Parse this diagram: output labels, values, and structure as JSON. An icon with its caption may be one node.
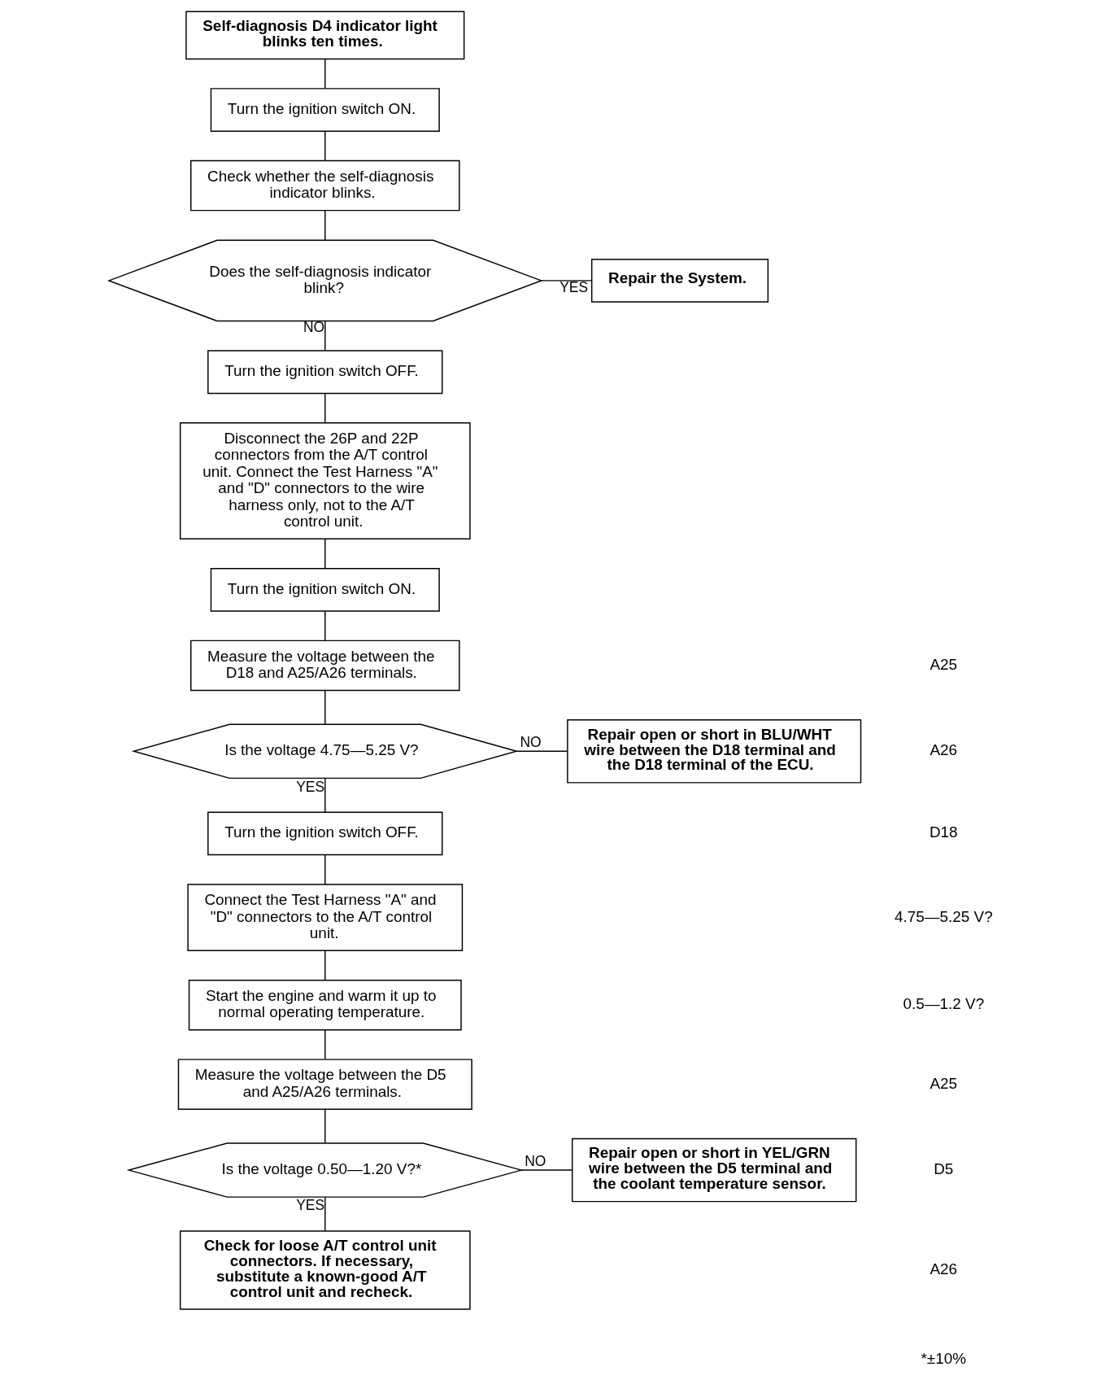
{
  "diagram": {
    "nodes": [
      {
        "text": [
          "Self-diagnosis D4 indicator light blinks ten times."
        ]
      },
      {
        "text": [
          "Turn the ignition switch ON."
        ]
      },
      {
        "text": [
          "Check whether the self-diagnosis indicator blinks."
        ]
      },
      {
        "text": [
          "Does the self-diagnosis indicator blink?"
        ]
      },
      {
        "text": [
          "Repair the System."
        ]
      },
      {
        "text": [
          "Turn the ignition switch OFF."
        ]
      },
      {
        "text": [
          "Disconnect the 26P and 22P connectors from the A/T control unit. Connect the Test Harness \"A\" and \"D\" connectors to the wire harness only, not to the A/T control unit."
        ]
      },
      {
        "text": [
          "Turn the ignition switch ON."
        ]
      },
      {
        "text": [
          "Measure the voltage between the D18 and A25/A26 terminals."
        ]
      },
      {
        "text": [
          "Is the voltage 4.75—5.25 V?"
        ]
      },
      {
        "text": [
          "Repair open or short in BLU/WHT wire between the D18 terminal and the D18 terminal of the ECU."
        ]
      },
      {
        "text": [
          "Turn the ignition switch OFF."
        ]
      },
      {
        "text": [
          "Connect the Test Harness \"A\" and \"D\" connectors to the A/T control unit."
        ]
      },
      {
        "text": [
          "Start the engine and warm it up to normal operating temperature."
        ]
      },
      {
        "text": [
          "Measure the voltage between the D5 and A25/A26 terminals."
        ]
      },
      {
        "text": [
          "Is the voltage 0.50—1.20 V?*"
        ]
      },
      {
        "text": [
          "Repair open or short in YEL/GRN wire between the D5 terminal and the coolant temperature sensor."
        ]
      },
      {
        "text": [
          "Check for loose A/T control unit connectors. If necessary, substitute a known-good A/T control unit and recheck."
        ]
      }
    ],
    "edges": [
      {
        "from": 0,
        "to": 1,
        "arrow": "none"
      },
      {
        "from": 1,
        "to": 2,
        "arrow": "none"
      },
      {
        "from": 2,
        "to": 3,
        "arrow": "none"
      },
      {
        "from": 3,
        "to": 4,
        "arrow": "none",
        "label": "YES"
      },
      {
        "from": 3,
        "to": 5,
        "arrow": "none",
        "label": "NO"
      },
      {
        "from": 5,
        "to": 6,
        "arrow": "none"
      },
      {
        "from": 6,
        "to": 7,
        "arrow": "none"
      },
      {
        "from": 7,
        "to": 8,
        "arrow": "none"
      },
      {
        "from": 8,
        "to": 9,
        "arrow": "none"
      },
      {
        "from": 9,
        "to": 10,
        "arrow": "none",
        "label": "NO"
      },
      {
        "from": 9,
        "to": 11,
        "arrow": "none",
        "label": "YES"
      },
      {
        "from": 11,
        "to": 12,
        "arrow": "none"
      },
      {
        "from": 12,
        "to": 13,
        "arrow": "none"
      },
      {
        "from": 13,
        "to": 14,
        "arrow": "none"
      },
      {
        "from": 14,
        "to": 15,
        "arrow": "none"
      },
      {
        "from": 15,
        "to": 16,
        "arrow": "none",
        "label": "NO"
      },
      {
        "from": 15,
        "to": 17,
        "arrow": "none",
        "label": "YES"
      }
    ],
    "labels": [
      "A25",
      "A26",
      "D18",
      "4.75—5.25 V?",
      "0.5—1.2 V?",
      "A25",
      "D5",
      "A26",
      "*±10%"
    ]
  }
}
